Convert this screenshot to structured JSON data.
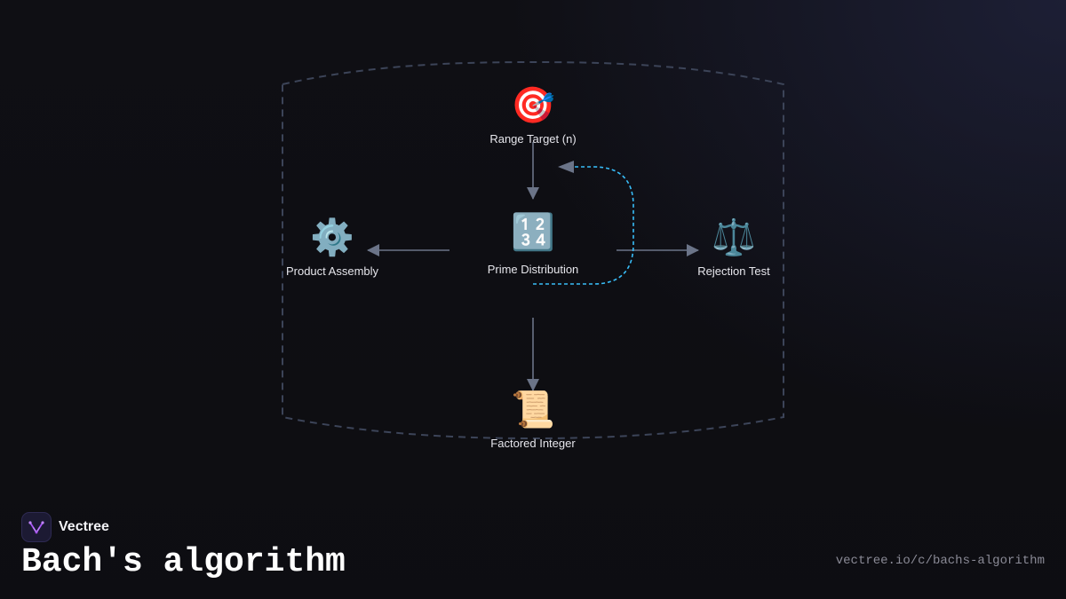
{
  "diagram": {
    "nodes": [
      {
        "id": "range-target",
        "icon": "target-icon",
        "emoji": "🎯",
        "label": "Range Target (n)"
      },
      {
        "id": "prime-distribution",
        "icon": "numbers-icon",
        "emoji": "🔢",
        "label": "Prime Distribution"
      },
      {
        "id": "product-assembly",
        "icon": "gear-icon",
        "emoji": "⚙️",
        "label": "Product Assembly"
      },
      {
        "id": "rejection-test",
        "icon": "scales-icon",
        "emoji": "⚖️",
        "label": "Rejection Test"
      },
      {
        "id": "factored-integer",
        "icon": "scroll-icon",
        "emoji": "📜",
        "label": "Factored Integer"
      }
    ],
    "edges": [
      {
        "from": "range-target",
        "to": "prime-distribution",
        "style": "solid"
      },
      {
        "from": "prime-distribution",
        "to": "product-assembly",
        "style": "solid"
      },
      {
        "from": "prime-distribution",
        "to": "rejection-test",
        "style": "solid"
      },
      {
        "from": "prime-distribution",
        "to": "factored-integer",
        "style": "solid"
      },
      {
        "from": "prime-distribution",
        "to": "range-target",
        "style": "dashed",
        "color": "#38bdf8"
      }
    ],
    "colors": {
      "edge": "#6b7488",
      "loop_edge": "#38bdf8",
      "boundary": "#3c4458"
    }
  },
  "brand": {
    "name": "Vectree",
    "logo_icon": "vectree-logo-icon",
    "logo_color": "#a855f7"
  },
  "footer": {
    "title": "Bach's algorithm",
    "url": "vectree.io/c/bachs-algorithm"
  }
}
